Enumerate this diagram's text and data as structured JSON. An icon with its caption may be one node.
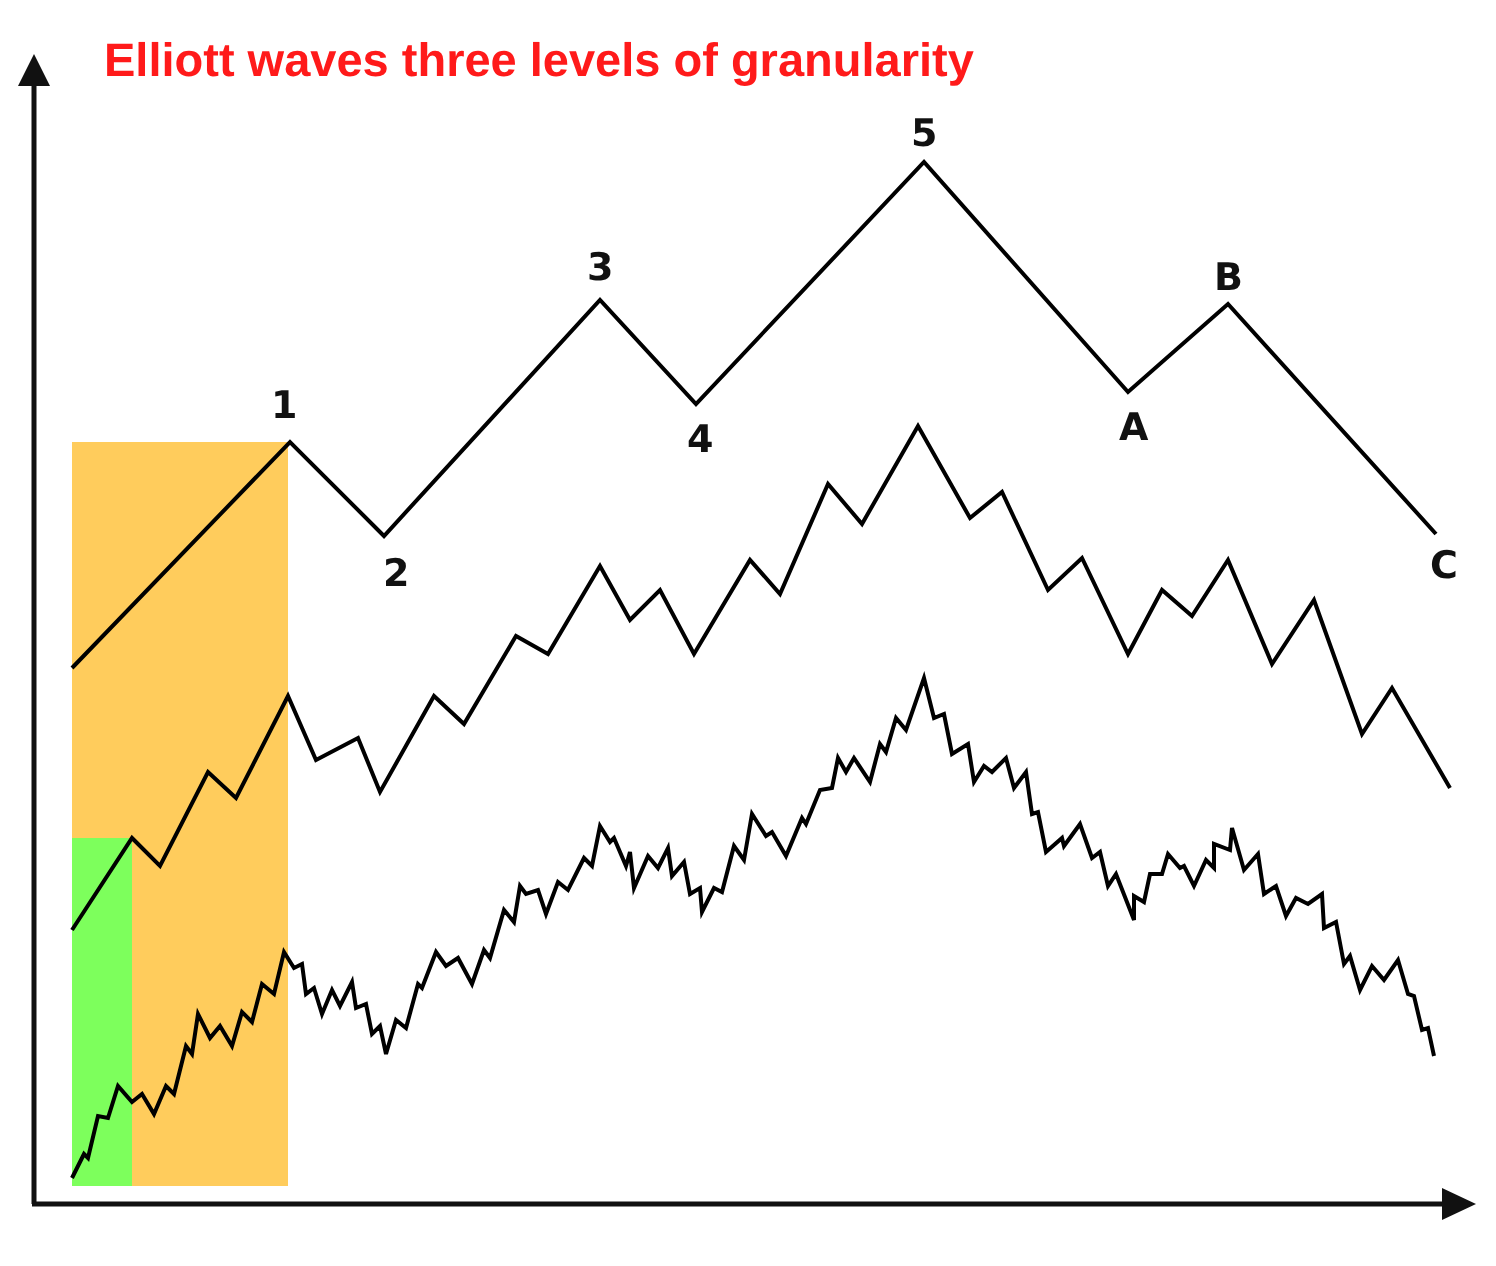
{
  "diagram": {
    "title": "Elliott waves three levels of granularity",
    "labels": [
      "1",
      "2",
      "3",
      "4",
      "5",
      "A",
      "B",
      "C"
    ]
  }
}
